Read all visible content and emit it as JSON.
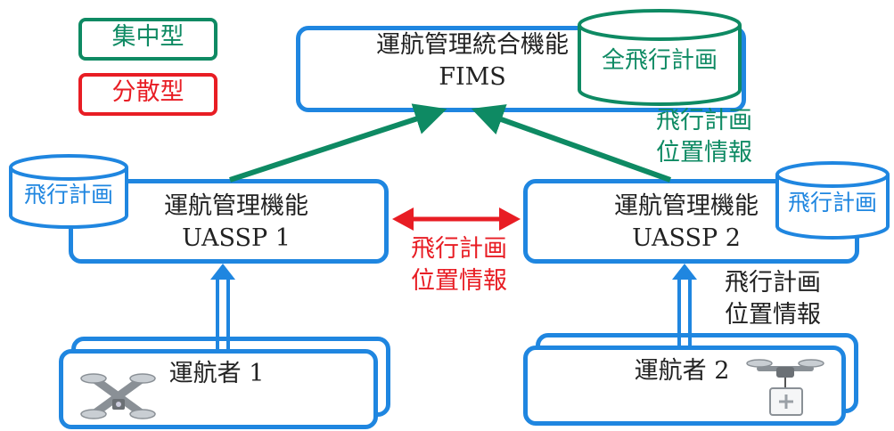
{
  "legend": {
    "centralized": {
      "label": "集中型",
      "color": "#0e8a63"
    },
    "distributed": {
      "label": "分散型",
      "color": "#e81d24"
    }
  },
  "fims": {
    "line1": "運航管理統合機能",
    "line2": "FIMS",
    "db_label": "全飛行計画"
  },
  "uassp1": {
    "line1": "運航管理機能",
    "line2": "UASSP 1",
    "db_label": "飛行計画"
  },
  "uassp2": {
    "line1": "運航管理機能",
    "line2": "UASSP 2",
    "db_label": "飛行計画"
  },
  "operator1": {
    "label": "運航者 1"
  },
  "operator2": {
    "label": "運航者 2"
  },
  "link_green_label": {
    "line1": "飛行計画",
    "line2": "位置情報"
  },
  "link_red_label": {
    "line1": "飛行計画",
    "line2": "位置情報"
  },
  "link_operator2_label": {
    "line1": "飛行計画",
    "line2": "位置情報"
  },
  "colors": {
    "blue": "#1f86e0",
    "green": "#0e8a63",
    "red": "#e81d24"
  }
}
